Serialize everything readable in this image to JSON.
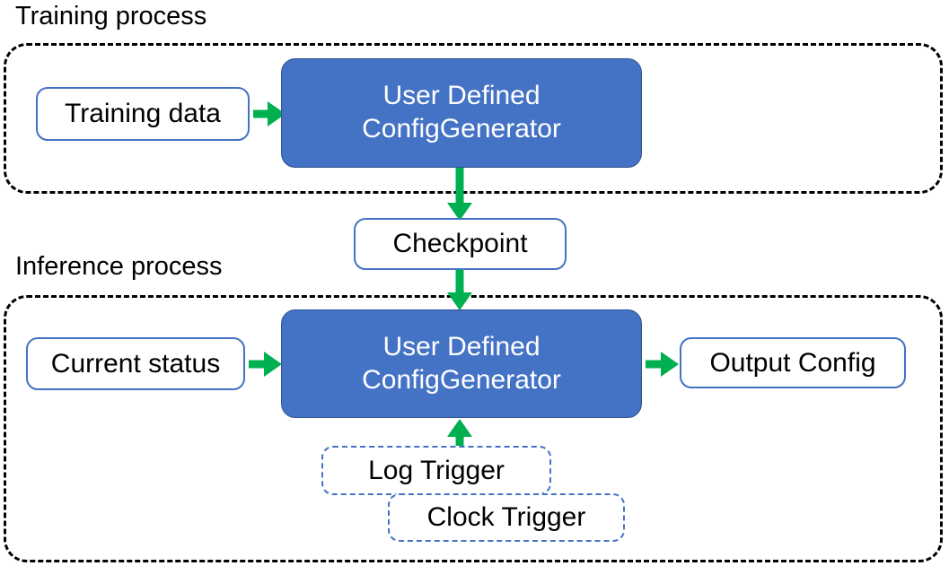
{
  "diagram": {
    "title_visible": false,
    "colors": {
      "blue_fill": "#4472C4",
      "blue_border": "#2F528F",
      "box_border": "#4472C4",
      "arrow_green": "#00B050",
      "container_dash": "#000000",
      "text_dark": "#000000",
      "text_light": "#FFFFFF",
      "background": "#FFFFFF"
    },
    "sections": [
      {
        "id": "training",
        "caption": "Training process"
      },
      {
        "id": "inference",
        "caption": "Inference process"
      }
    ],
    "nodes": {
      "training_data": {
        "label": "Training data",
        "style": "white-solid"
      },
      "generator_training": {
        "line1": "User Defined",
        "line2": "ConfigGenerator",
        "style": "blue-filled"
      },
      "checkpoint": {
        "label": "Checkpoint",
        "style": "white-solid"
      },
      "current_status": {
        "label": "Current status",
        "style": "white-solid"
      },
      "generator_inference": {
        "line1": "User Defined",
        "line2": "ConfigGenerator",
        "style": "blue-filled"
      },
      "output_config": {
        "label": "Output Config",
        "style": "white-solid"
      },
      "log_trigger": {
        "label": "Log Trigger",
        "style": "blue-dashed"
      },
      "clock_trigger": {
        "label": "Clock Trigger",
        "style": "blue-dashed"
      }
    },
    "edges": [
      {
        "id": "training-data-to-generator",
        "from": "training_data",
        "to": "generator_training",
        "direction": "right"
      },
      {
        "id": "generator-to-checkpoint",
        "from": "generator_training",
        "to": "checkpoint",
        "direction": "down"
      },
      {
        "id": "checkpoint-to-generator",
        "from": "checkpoint",
        "to": "generator_inference",
        "direction": "down"
      },
      {
        "id": "current-status-to-generator",
        "from": "current_status",
        "to": "generator_inference",
        "direction": "right"
      },
      {
        "id": "generator-to-output-config",
        "from": "generator_inference",
        "to": "output_config",
        "direction": "right"
      },
      {
        "id": "log-trigger-to-generator",
        "from": "log_trigger",
        "to": "generator_inference",
        "direction": "up"
      }
    ]
  }
}
